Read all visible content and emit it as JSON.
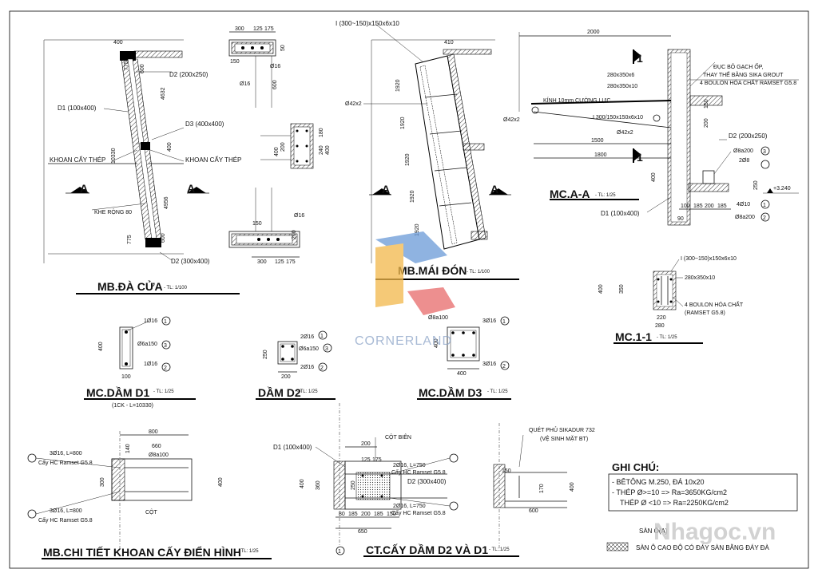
{
  "mb_da_cua": {
    "title": "MB.ĐÀ CỬA",
    "scale": "- TL: 1/100",
    "labels": {
      "top400": "400",
      "dim600": "600",
      "dim4632": "4632",
      "dim10330": "10330",
      "dim400": "400",
      "dim4956": "4956",
      "dim775a": "775",
      "dim775b": "775",
      "dim600b": "600",
      "d2": "D2 (200x250)",
      "d1": "D1 (100x400)",
      "d3": "D3 (400x400)",
      "khoan_left": "KHOAN CẤY THÉP",
      "khoan_right": "KHOAN CẤY THÉP",
      "khe": "KHE RỘNG 80",
      "d2b": "D2 (300x400)",
      "secA1": "A",
      "secA2": "A"
    }
  },
  "sec_top_small": {
    "d300": "300",
    "d125": "125",
    "d175": "175",
    "d50": "50",
    "d150": "150",
    "phi16a": "Ø16",
    "phi16b": "Ø16",
    "d600": "600"
  },
  "sec_d3": {
    "d400a": "400",
    "d200": "200",
    "d180": "180",
    "d240": "240",
    "d400b": "400"
  },
  "sec_bottom_small": {
    "d150": "150",
    "phi16": "Ø16",
    "d200": "200",
    "d300": "300",
    "d125": "125",
    "d175": "175"
  },
  "mb_mai_don": {
    "title": "MB.MÁI ĐÓN",
    "scale": "- TL: 1/100",
    "i_beam": "I (300~150)x150x6x10",
    "d410": "410",
    "pipe": "Ø42x2",
    "d1920a": "1920",
    "d1920b": "1920",
    "d1920c": "1920",
    "d1920d": "1920",
    "d1920e": "1920",
    "secA1": "A",
    "secA2": "A"
  },
  "mc_aa": {
    "title": "MC.A-A",
    "scale": "- TL: 1/25",
    "d2000": "2000",
    "sec1": "1",
    "sec1b": "1",
    "plate1": "280x350x6",
    "plate2": "280x350x10",
    "glass": "KÍNH 10mm CƯỜNG LỰC",
    "pipe1": "Ø42x2",
    "pipe2": "Ø42x2",
    "beam": "I 300/150x150x6x10",
    "d1500": "1500",
    "d1800": "1800",
    "note1": "ĐỤC BỎ GẠCH ỐP,",
    "note2": "THAY THẾ BẰNG SIKA GROUT",
    "note3": "4 BOULON HÓA CHẤT RAMSET G5.8",
    "d2": "D2 (200x250)",
    "r3": "Ø8a200",
    "r3n": "3",
    "r2": "2Ø8",
    "level": "+3.240",
    "d250": "250",
    "r1": "4Ø10",
    "r1n": "1",
    "r2b": "Ø8a200",
    "r2n": "2",
    "d1": "D1 (100x400)",
    "d100": "100",
    "d185a": "185",
    "d200": "200",
    "d185b": "185",
    "d400": "400",
    "d90": "90",
    "d200v": "200",
    "d150v": "150"
  },
  "mc_11": {
    "title": "MC.1-1",
    "scale": "- TL: 1/25",
    "i_beam": "I (300~150)x150x6x10",
    "plate": "280x350x10",
    "boulon": "4 BOULON HÓA CHẤT",
    "ramset": "(RAMSET G5.8)",
    "d400": "400",
    "d350": "350",
    "d220": "220",
    "d280": "280"
  },
  "mc_dam_d1": {
    "title": "MC.DẦM D1",
    "scale": "- TL: 1/25",
    "sub": "(1CK - L=10330)",
    "r1": "1Ø16",
    "n1": "1",
    "stir": "Ø6a150",
    "n3": "3",
    "r2": "1Ø16",
    "n2": "2",
    "d400": "400",
    "d100": "100"
  },
  "dam_d2": {
    "title": "DẦM D2",
    "scale": "- TL: 1/25",
    "r1": "2Ø16",
    "n1": "1",
    "stir": "Ø6a150",
    "n3": "3",
    "r2": "2Ø16",
    "n2": "2",
    "d250": "250",
    "d200": "200"
  },
  "mc_dam_d3": {
    "title": "MC.DẦM D3",
    "scale": "- TL: 1/25",
    "stir": "Ø8a100",
    "r1": "3Ø16",
    "n1": "1",
    "r2": "3Ø16",
    "n2": "2",
    "d400v": "400",
    "d400h": "400"
  },
  "mb_chi_tiet": {
    "title": "MB.CHI TIẾT KHOAN CẤY ĐIỂN HÌNH",
    "scale": "- TL: 1/25",
    "d800": "800",
    "d660": "660",
    "stir": "Ø8a100",
    "d140": "140",
    "d300": "300",
    "d400": "400",
    "r1": "3Ø16, L=800",
    "r1b": "Cấy HC Ramset G5.8",
    "r2": "3Ø16, L=800",
    "r2b": "Cấy HC Ramset G5.8",
    "cot": "CỘT"
  },
  "ct_cay_dam": {
    "title": "CT.CẤY DẦM D2 VÀ D1",
    "scale": "- TL: 1/25",
    "d1": "D1 (100x400)",
    "d200": "200",
    "cot_bien": "CỘT BIÊN",
    "d125": "125",
    "d175": "175",
    "r1": "2Ø16, L=750",
    "r1b": "Cấy HC Ramset G5.8",
    "d2": "D2 (300x400)",
    "r2": "2Ø16, L=750",
    "r2b": "Cấy HC Ramset G5.8",
    "d400": "400",
    "d360": "360",
    "d250": "250",
    "d80": "80",
    "d185a": "185",
    "d200b": "200",
    "d185b": "185",
    "d150": "150",
    "d650": "650",
    "axis": "1"
  },
  "sika_detail": {
    "note1": "QUÉT PHỦ SIKADUR 732",
    "note2": "(VỆ SINH MẶT BT)",
    "d150": "150",
    "d170": "170",
    "d400": "400",
    "d600": "600"
  },
  "notes": {
    "title": "GHI CHÚ:",
    "line1": "- BÊTÔNG M.250, ĐÁ 10x20",
    "line2": "- THÉP Ø>=10  => Ra=3650KG/cm2",
    "line3": "THÉP Ø <10  => Ra=2250KG/cm2",
    "legend1": "SÀN Ô(A)",
    "legend2": "SÀN Ô CAO ĐỘ CÓ ĐÁY SÀN BẰNG ĐÁY ĐÀ"
  },
  "watermark": {
    "brand": "CORNERLAND",
    "site": "Nhagoc.vn"
  }
}
